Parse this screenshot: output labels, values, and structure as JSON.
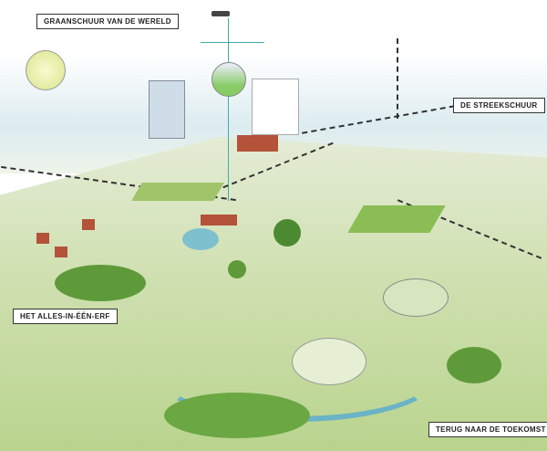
{
  "labels": {
    "graanschuur": "GRAANSCHUUR VAN DE WERELD",
    "streekschuur": "DE STREEKSCHUUR",
    "erf": "HET ALLES-IN-ÉÉN-ERF",
    "toekomst": "TERUG NAAR DE TOEKOMST"
  }
}
